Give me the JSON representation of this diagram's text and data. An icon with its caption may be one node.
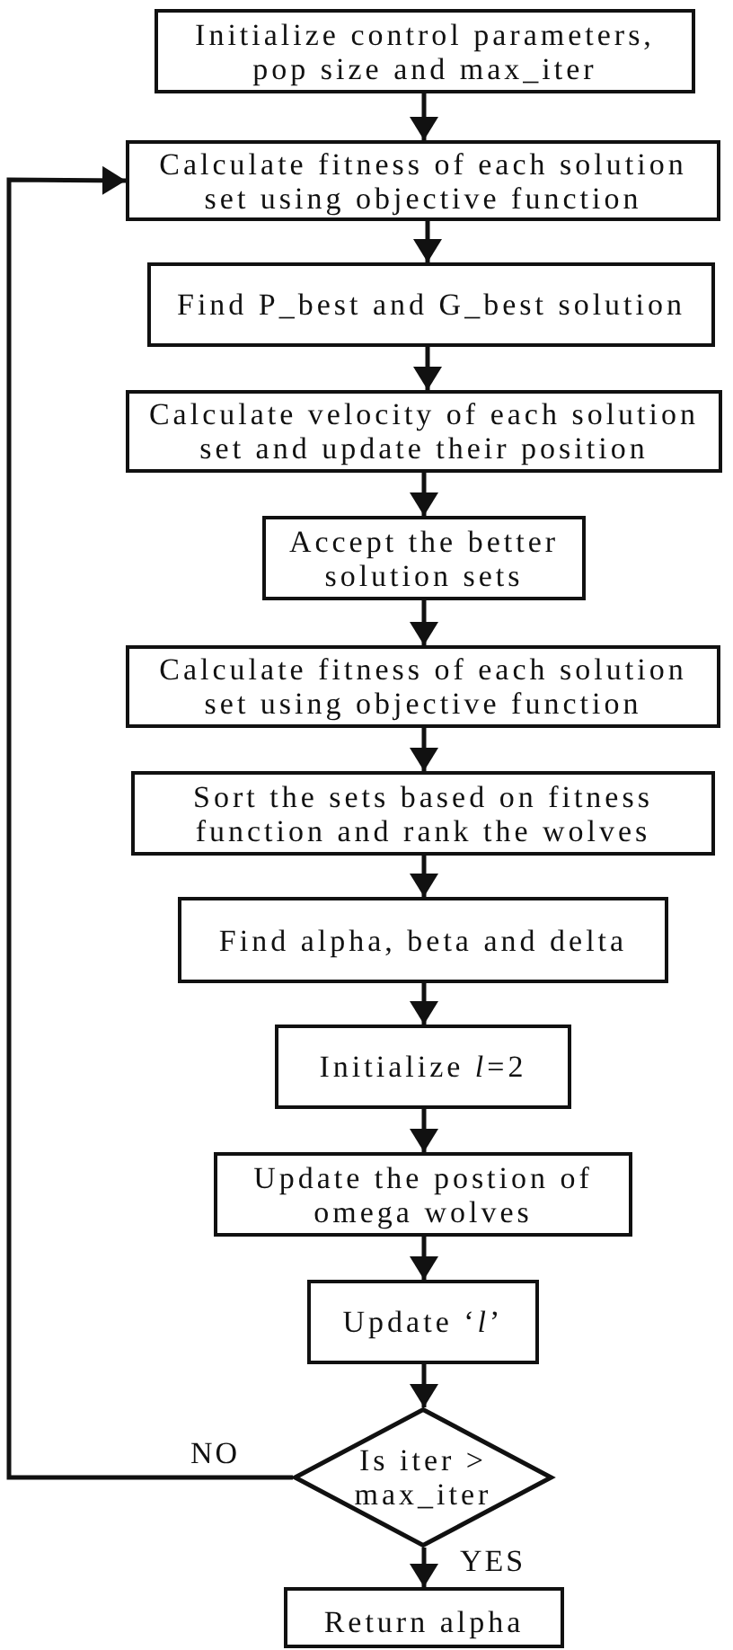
{
  "diagram": {
    "nodes": [
      {
        "text": [
          "Initialize control parameters, pop size and max_iter"
        ]
      },
      {
        "text": [
          "Calculate fitness of each solution set using objective function"
        ]
      },
      {
        "text": [
          "Find P_best and G_best solution"
        ]
      },
      {
        "text": [
          "Calculate velocity of each solution set and update their position"
        ]
      },
      {
        "text": [
          "Accept the better solution sets"
        ]
      },
      {
        "text": [
          "Calculate fitness of each solution set using objective function"
        ]
      },
      {
        "text": [
          "Sort the sets based on fitness function and rank the wolves"
        ]
      },
      {
        "text": [
          "Find alpha, beta and delta"
        ]
      },
      {
        "text": [
          "Initialize *l*=2"
        ]
      },
      {
        "text": [
          "Update the postion of omega wolves"
        ]
      },
      {
        "text": [
          "Update ‘*l*’"
        ]
      },
      {
        "text": [
          "Is iter > max_iter"
        ]
      },
      {
        "text": [
          "Return alpha"
        ]
      }
    ],
    "edges": [
      {
        "from": 0,
        "to": 1,
        "arrow": "to"
      },
      {
        "from": 1,
        "to": 2,
        "arrow": "to"
      },
      {
        "from": 2,
        "to": 3,
        "arrow": "to"
      },
      {
        "from": 3,
        "to": 4,
        "arrow": "to"
      },
      {
        "from": 4,
        "to": 5,
        "arrow": "to"
      },
      {
        "from": 5,
        "to": 6,
        "arrow": "to"
      },
      {
        "from": 6,
        "to": 7,
        "arrow": "to"
      },
      {
        "from": 7,
        "to": 8,
        "arrow": "to"
      },
      {
        "from": 8,
        "to": 9,
        "arrow": "to"
      },
      {
        "from": 9,
        "to": 10,
        "arrow": "to"
      },
      {
        "from": 10,
        "to": 11,
        "arrow": "to"
      },
      {
        "from": 11,
        "to": 1,
        "arrow": "to",
        "label": "NO"
      },
      {
        "from": 11,
        "to": 12,
        "arrow": "to",
        "label": "YES"
      }
    ]
  }
}
